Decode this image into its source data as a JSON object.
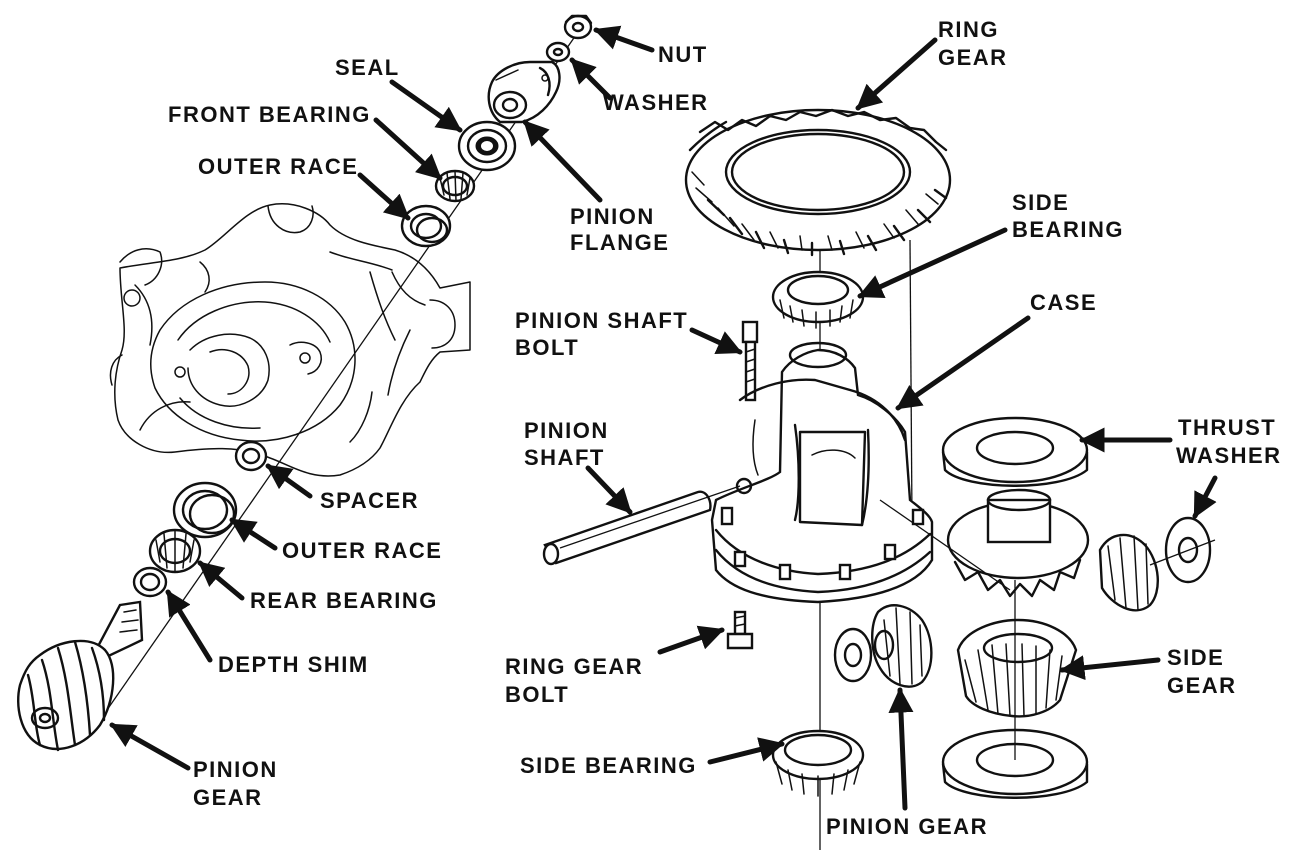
{
  "diagram": {
    "labels": {
      "nut": "NUT",
      "washer": "WASHER",
      "seal": "SEAL",
      "front_bearing": "FRONT BEARING",
      "outer_race_top": "OUTER RACE",
      "pinion_flange_1": "PINION",
      "pinion_flange_2": "FLANGE",
      "ring_gear_1": "RING",
      "ring_gear_2": "GEAR",
      "side_bearing_top_1": "SIDE",
      "side_bearing_top_2": "BEARING",
      "case": "CASE",
      "pinion_shaft_bolt_1": "PINION SHAFT",
      "pinion_shaft_bolt_2": "BOLT",
      "pinion_shaft_1": "PINION",
      "pinion_shaft_2": "SHAFT",
      "thrust_washer_1": "THRUST",
      "thrust_washer_2": "WASHER",
      "spacer": "SPACER",
      "outer_race_bottom": "OUTER RACE",
      "rear_bearing": "REAR BEARING",
      "depth_shim": "DEPTH SHIM",
      "ring_gear_bolt_1": "RING GEAR",
      "ring_gear_bolt_2": "BOLT",
      "side_gear_1": "SIDE",
      "side_gear_2": "GEAR",
      "side_bearing_bottom": "SIDE BEARING",
      "pinion_gear_left_1": "PINION",
      "pinion_gear_left_2": "GEAR",
      "pinion_gear_bottom": "PINION GEAR"
    }
  }
}
